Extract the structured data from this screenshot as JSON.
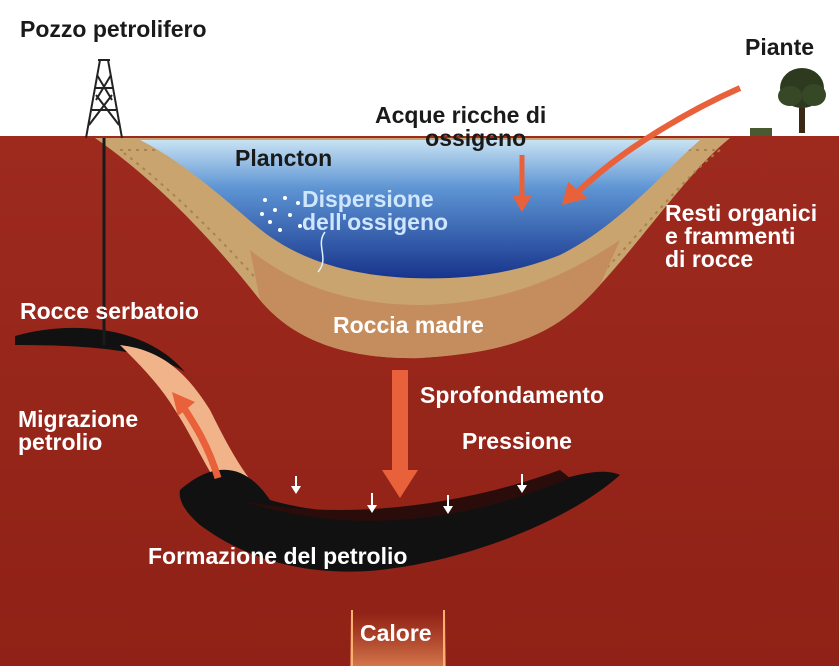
{
  "labels": {
    "well": "Pozzo petrolifero",
    "plants": "Piante",
    "oxygen_water_line1": "Acque ricche di",
    "oxygen_water_line2": "ossigeno",
    "plankton": "Plancton",
    "dispersion_line1": "Dispersione",
    "dispersion_line2": "dell'ossigeno",
    "organic_line1": "Resti organici",
    "organic_line2": "e frammenti",
    "organic_line3": "di rocce",
    "reservoir": "Rocce serbatoio",
    "source_rock": "Roccia madre",
    "sinking": "Sprofondamento",
    "pressure": "Pressione",
    "migration_line1": "Migrazione",
    "migration_line2": "petrolio",
    "formation": "Formazione del petrolio",
    "heat": "Calore"
  },
  "colors": {
    "earth": "#a1281e",
    "earth_dark": "#8a1f17",
    "water_top": "#bcd9ee",
    "water_deep": "#1b3f9a",
    "sediment": "#c9a46e",
    "source_rock": "#c58d5e",
    "oil": "#111111",
    "migration": "#f1b48a",
    "arrow": "#e8613a",
    "tree": "#2e3a20",
    "derrick": "#222222"
  }
}
